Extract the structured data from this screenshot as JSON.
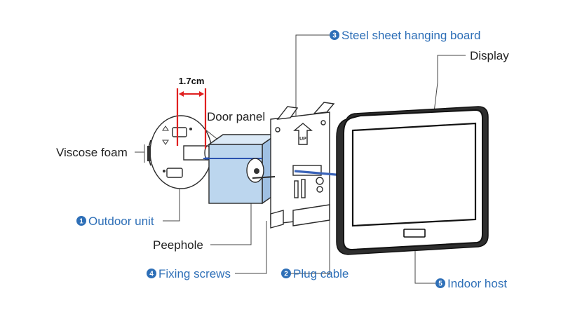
{
  "dimension_label": "1.7cm",
  "arrow_text": "UP",
  "labels": {
    "steel_board": {
      "num": "3",
      "text": "Steel sheet hanging board"
    },
    "display": {
      "text": "Display"
    },
    "door_panel": {
      "text": "Door panel"
    },
    "viscose_foam": {
      "text": "Viscose foam"
    },
    "outdoor_unit": {
      "num": "1",
      "text": "Outdoor unit"
    },
    "peephole": {
      "text": "Peephole"
    },
    "fixing_screws": {
      "num": "4",
      "text": "Fixing screws"
    },
    "plug_cable": {
      "num": "2",
      "text": "Plug cable"
    },
    "indoor_host": {
      "num": "5",
      "text": "Indoor host"
    }
  },
  "colors": {
    "numbered_label": "#2e6fb7",
    "dimension": "#e02020",
    "door_panel_fill": "#bcd6ee",
    "cable": "#3a63b8"
  }
}
